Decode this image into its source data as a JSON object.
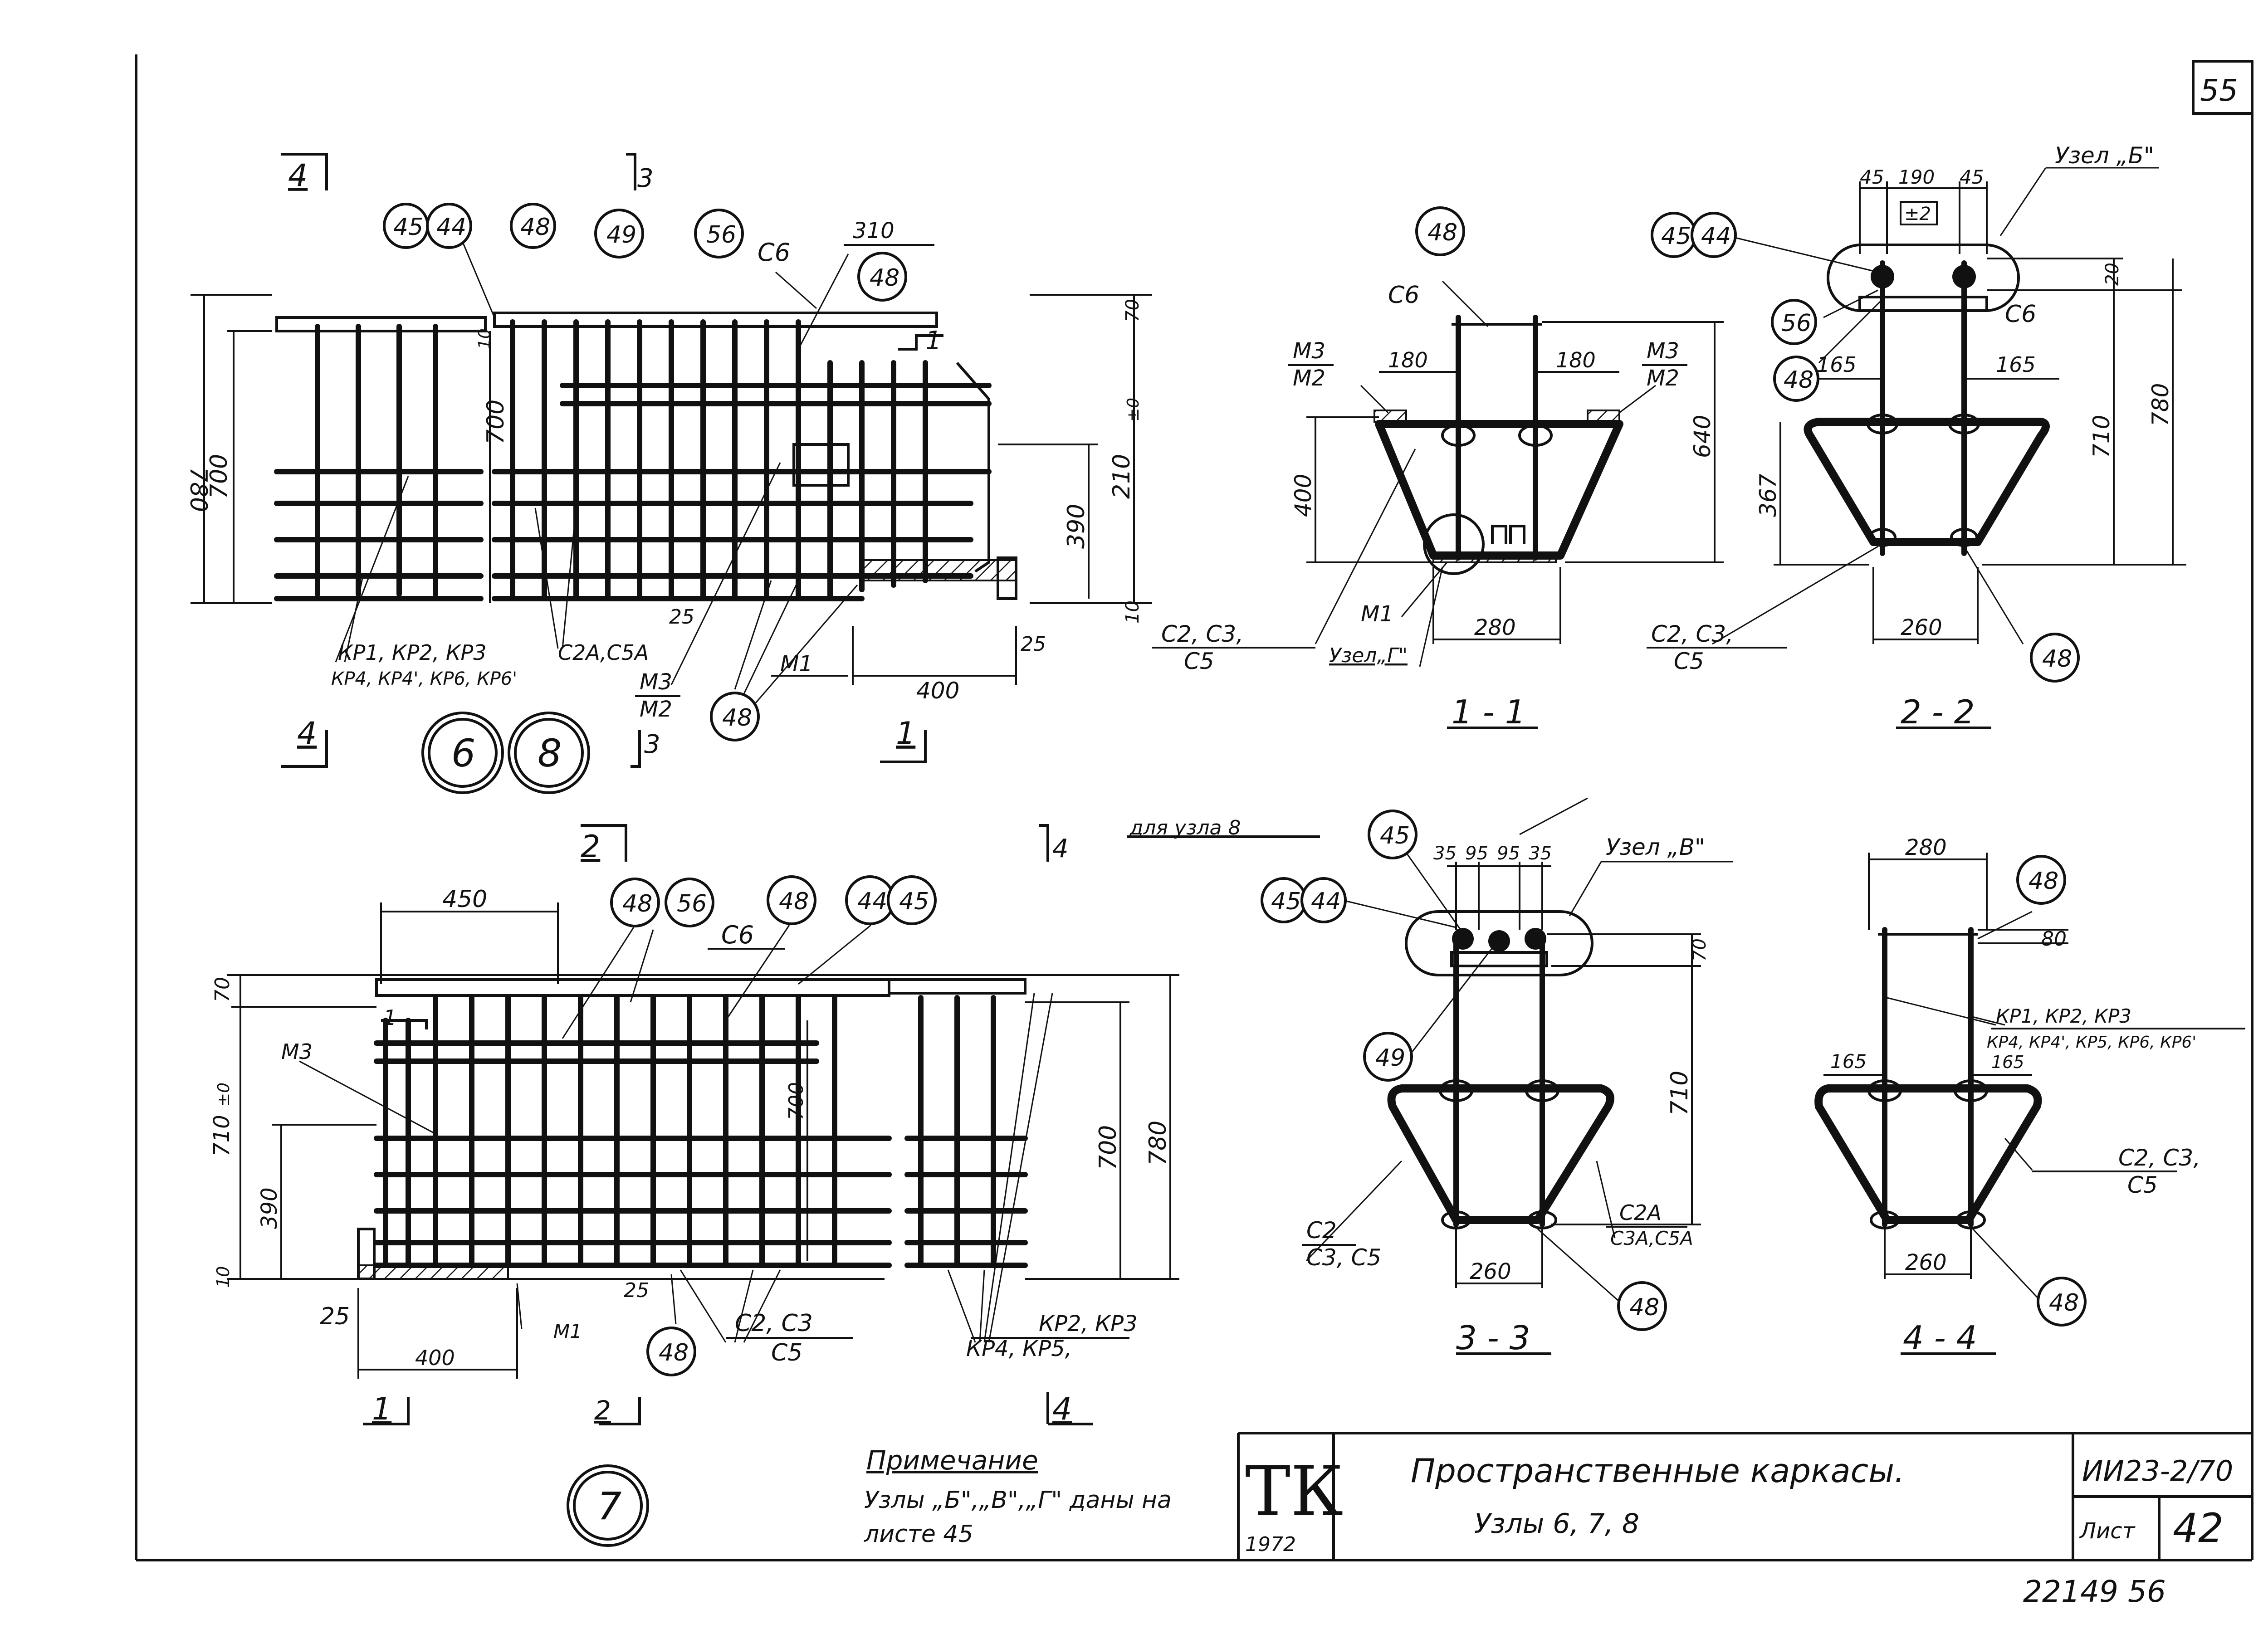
{
  "sheet": {
    "page_number": "55",
    "sheet_code": "ИИ23-2/70",
    "sheet_label": "Лист",
    "sheet_num": "42",
    "stamp_letters": "ТК",
    "stamp_year": "1972",
    "archive_num": "22149  56"
  },
  "title_block": {
    "line1": "Пространственные каркасы.",
    "line2": "Узлы 6, 7, 8"
  },
  "note": {
    "heading": "Примечание",
    "line1": "Узлы „Б\",„В\",„Г\" даны на",
    "line2": "листе 45"
  },
  "views": {
    "plan_top": {
      "node_labels": [
        "6",
        "8"
      ],
      "section_marks": {
        "s4_top": "4",
        "s3_top": "3",
        "s4_bottom": "4",
        "s3_bottom": "3",
        "s1_bottom": "1",
        "s1_arrow": "1"
      },
      "balloons": [
        "45",
        "44",
        "48",
        "49",
        "56",
        "48",
        "48"
      ],
      "dims": {
        "top": "310",
        "h_total": "780",
        "h_inner": "700",
        "h_left": "700",
        "h_210": "210",
        "h_390": "390",
        "d10a": "10",
        "d10b": "10",
        "d70": "70",
        "d25a": "25",
        "d25b": "25",
        "w400": "400",
        "level": "±0"
      },
      "labels": {
        "c6": "С6",
        "kp_a": "КР1, КР2, КР3",
        "kp_b": "КР4, КР4', КР6, КР6'",
        "c2a": "С2А,С5А",
        "m3": "М3",
        "m2": "М2",
        "m1": "М1"
      }
    },
    "section_1_1": {
      "title": "1 - 1",
      "balloons": [
        "48"
      ],
      "labels": {
        "c6": "С6",
        "m3l": "М3",
        "m2l": "М2",
        "m3r": "М3",
        "m2r": "М2",
        "m1": "М1",
        "c2": "С2, С3,",
        "c5": "С5",
        "uzel": "Узел„Г\""
      },
      "dims": {
        "w180a": "180",
        "w180b": "180",
        "h400": "400",
        "h640": "640",
        "w280": "280"
      }
    },
    "section_2_2": {
      "title": "2 - 2",
      "balloons": [
        "45",
        "44",
        "56",
        "48",
        "48"
      ],
      "labels": {
        "uzel": "Узел „Б\"",
        "c6": "С6",
        "c2": "С2, С3,",
        "c5": "С5",
        "tol": "±2"
      },
      "dims": {
        "a45": "45",
        "a190": "190",
        "b45": "45",
        "w165a": "165",
        "w165b": "165",
        "h367": "367",
        "h710": "710",
        "h780": "780",
        "h20": "20",
        "w260": "260"
      }
    },
    "plan_bottom": {
      "node_label": "7",
      "section_marks": {
        "s2_top": "2",
        "s4_top": "4",
        "s1_bottom": "1",
        "s2_bottom": "2",
        "s4_bottom": "4",
        "s1_arrow": "1"
      },
      "balloons": [
        "48",
        "56",
        "48",
        "44",
        "45",
        "48"
      ],
      "dims": {
        "w450": "450",
        "d70": "70",
        "h710": "710",
        "h390": "390",
        "d10": "10",
        "h700a": "700",
        "h700b": "700",
        "h780": "780",
        "d25a": "25",
        "d25b": "25",
        "w400": "400",
        "level": "±0"
      },
      "labels": {
        "c6": "С6",
        "m3": "М3",
        "m1": "М1",
        "c2": "С2, С3",
        "c5": "С5",
        "kp_a": "КР2, КР3",
        "kp_b": "КР4, КР5,"
      }
    },
    "section_3_3": {
      "title": "3 - 3",
      "balloons": [
        "45",
        "45",
        "44",
        "49",
        "48"
      ],
      "labels": {
        "uzel": "Узел „В\"",
        "for_node": "для узла 8",
        "c2": "С2",
        "c3": "С3, С5",
        "c2a": "С2А",
        "c3a": "С3А,С5А"
      },
      "dims": {
        "a35": "35",
        "a95": "95",
        "b95": "95",
        "b35": "35",
        "h70": "70",
        "h710": "710",
        "w260": "260"
      }
    },
    "section_4_4": {
      "title": "4 - 4",
      "balloons": [
        "48",
        "48"
      ],
      "labels": {
        "kp_a": "КР1, КР2, КР3",
        "kp_b": "КР4, КР4', КР5, КР6, КР6'",
        "c2": "С2, С3,",
        "c5": "С5"
      },
      "dims": {
        "w280": "280",
        "h80": "80",
        "w165a": "165",
        "w165b": "165",
        "w260": "260"
      }
    }
  }
}
